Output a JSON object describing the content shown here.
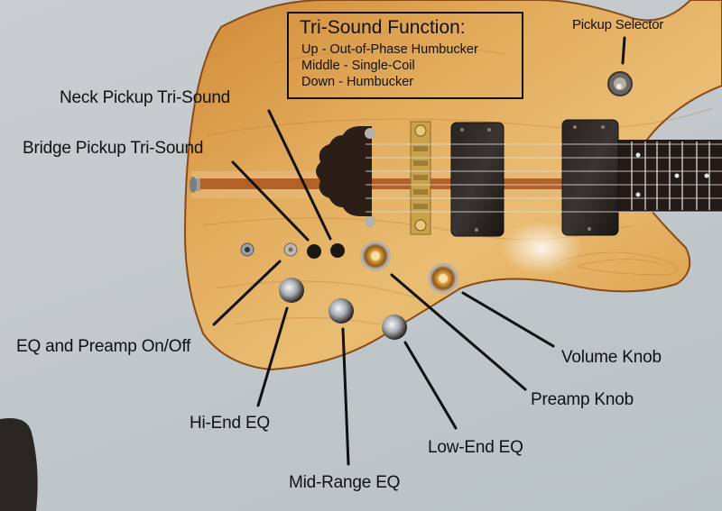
{
  "image": {
    "subject": "Electric bass guitar body with annotated controls",
    "colors": {
      "wall": "#c5cacd",
      "wood_light": "#e8b66a",
      "wood_mid": "#d4953e",
      "wood_dark": "#b46a22",
      "stripe": "#a9521c",
      "hardware_black": "#1c1714",
      "hardware_gold": "#c9a24a",
      "chrome": "#cfd3d6",
      "annotation": "#111111"
    }
  },
  "legend": {
    "title": "Tri-Sound Function:",
    "rows": [
      "Up - Out-of-Phase Humbucker",
      "Middle - Single-Coil",
      "Down - Humbucker"
    ]
  },
  "callouts": {
    "pickup_selector": "Pickup Selector",
    "neck_tri_sound": "Neck Pickup Tri-Sound",
    "bridge_tri_sound": "Bridge Pickup Tri-Sound",
    "eq_preamp_switch": "EQ and Preamp On/Off",
    "hi_end_eq": "Hi-End EQ",
    "mid_range_eq": "Mid-Range EQ",
    "low_end_eq": "Low-End EQ",
    "preamp_knob": "Preamp Knob",
    "volume_knob": "Volume Knob"
  }
}
